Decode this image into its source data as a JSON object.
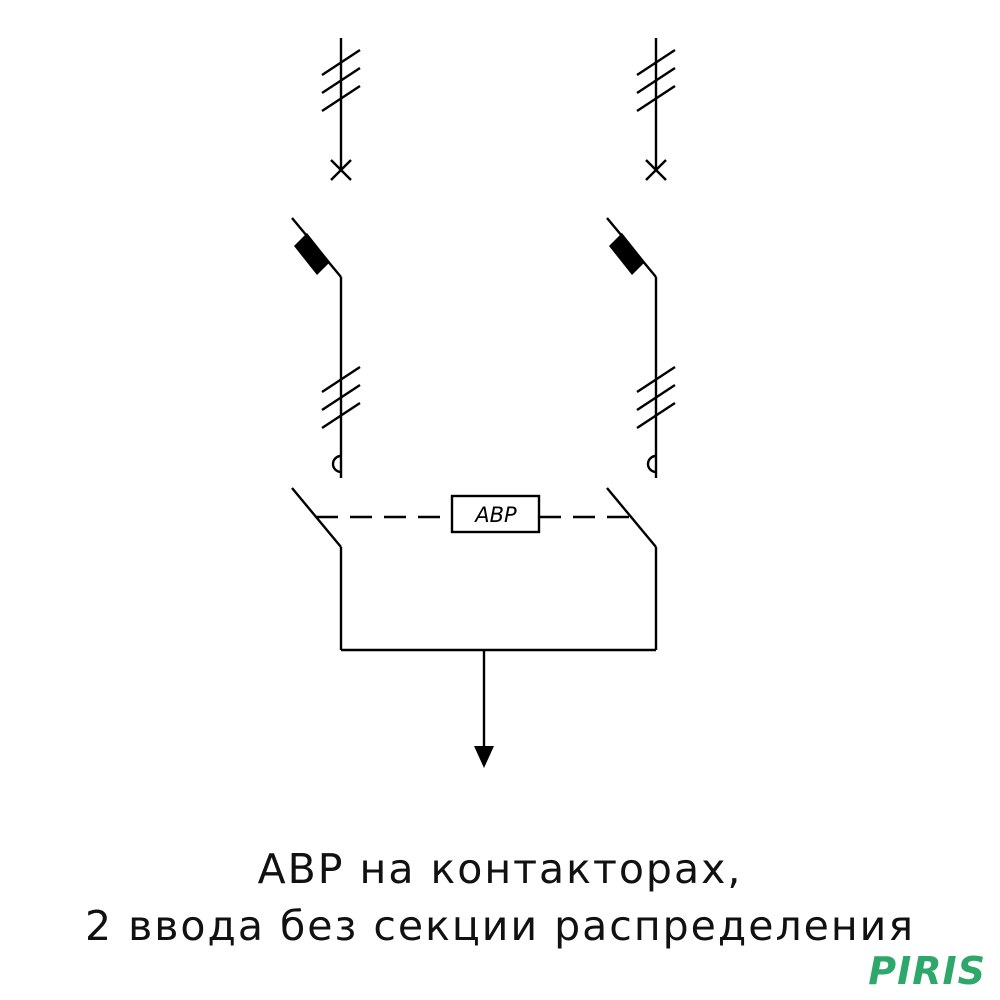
{
  "diagram": {
    "relay_label": "АВР",
    "colors": {
      "line": "#000000",
      "brand": "#2ea86a"
    }
  },
  "caption": {
    "line1": "АВР на контакторах,",
    "line2": "2 ввода без секции распределения"
  },
  "logo": {
    "text": "PIRIS"
  }
}
